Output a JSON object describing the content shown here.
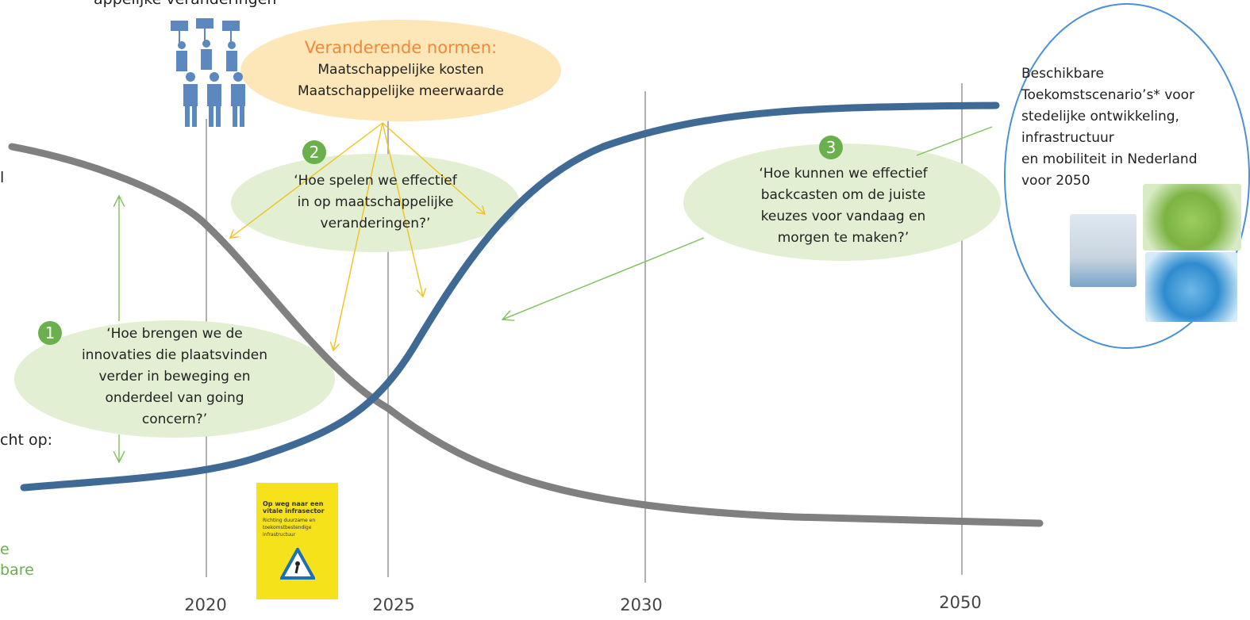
{
  "header_partial": "appelijke veranderingen",
  "norms": {
    "title": "Veranderende normen:",
    "line1": "Maatschappelijke kosten",
    "line2": "Maatschappelijke meerwaarde"
  },
  "questions": [
    {
      "number": "1",
      "lines": [
        "‘Hoe brengen we de",
        "innovaties die plaatsvinden",
        "verder in beweging en",
        "onderdeel van going",
        "concern?’"
      ]
    },
    {
      "number": "2",
      "lines": [
        "‘Hoe spelen we effectief",
        "in op maatschappelijke",
        "veranderingen?’"
      ]
    },
    {
      "number": "3",
      "lines": [
        "‘Hoe kunnen we effectief",
        "backcasten om de juiste",
        "keuzes voor vandaag en",
        "morgen te maken?’"
      ]
    }
  ],
  "scenarios": {
    "lines": [
      "Beschikbare",
      "Toekomstscenario’s* voor",
      "stedelijke ontwikkeling,",
      "infrastructuur",
      "en mobiliteit in Nederland",
      "voor 2050"
    ]
  },
  "years": [
    "2020",
    "2025",
    "2030",
    "2050"
  ],
  "left_edge": {
    "fragment_1": "l",
    "fragment_2": "cht op:"
  },
  "left_green": {
    "line1": "e",
    "line2": "bare"
  },
  "booklet": {
    "title": "Op weg naar een vitale infrasector",
    "subtitle": "Richting duurzame en toekomstbestendige infrastructuur"
  },
  "colors": {
    "rising_curve": "#3f6a96",
    "falling_curve": "#808080",
    "bubble_green": "#e3efd3",
    "bubble_norms": "#fde6b8",
    "accent_orange": "#ef8a3b",
    "number_green": "#6ab04c",
    "arrow_yellow": "#f2c21b",
    "scenario_ellipse": "#4a90d9"
  },
  "icons": [
    "protest-crowd-icon",
    "road-works-sign-icon"
  ]
}
